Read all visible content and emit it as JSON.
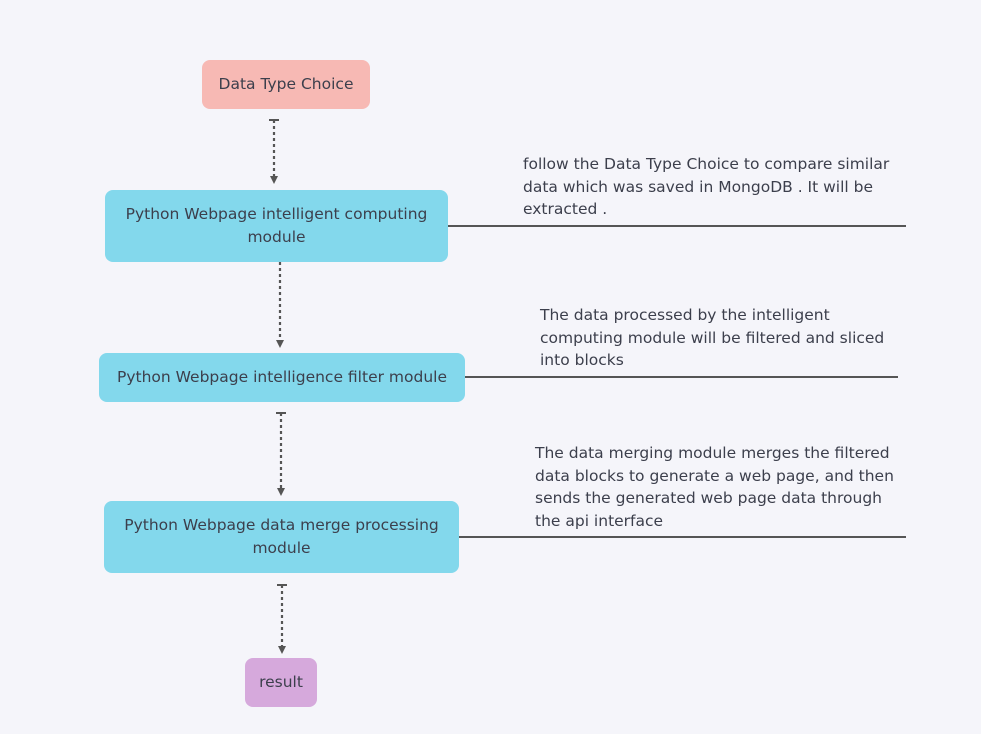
{
  "nodes": {
    "start": "Data Type Choice",
    "computing": "Python Webpage intelligent computing module",
    "filter": "Python Webpage intelligence filter module",
    "merge": "Python Webpage data merge processing module",
    "result": "result"
  },
  "notes": {
    "computing": [
      "follow the Data Type Choice to compare similar",
      "data which was saved in MongoDB . It will be",
      "extracted ."
    ],
    "filter": [
      "The data processed by the intelligent",
      "computing module will be filtered and sliced",
      "into blocks"
    ],
    "merge": [
      "The data merging module merges the filtered",
      "data blocks to generate a web page, and then",
      "sends the generated web page data through",
      "the api interface"
    ]
  },
  "colors": {
    "start": "#f7b9b4",
    "process": "#83d8ec",
    "result": "#d6a9dc",
    "connector": "#555555",
    "background": "#f5f5fa"
  }
}
